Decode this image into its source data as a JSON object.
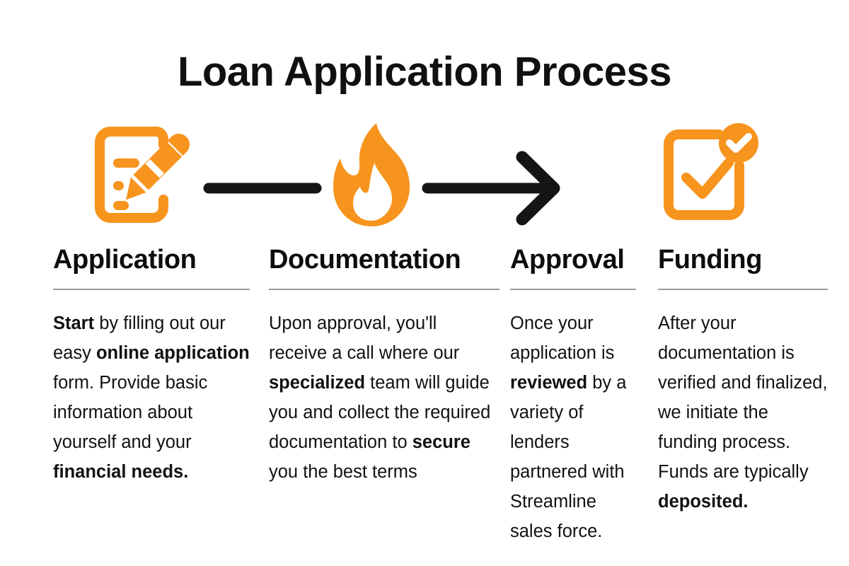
{
  "page": {
    "title": "Loan Application Process",
    "background_color": "#ffffff",
    "accent_color": "#F7941D",
    "text_color": "#111111",
    "divider_color": "#9b9b9b"
  },
  "icons": [
    {
      "name": "form-with-pencil-icon",
      "column": "Application",
      "color": "#F7941D"
    },
    {
      "name": "flame-icon",
      "column": "Documentation",
      "color": "#F7941D"
    },
    {
      "name": "checkbox-approved-icon",
      "column": "Funding",
      "color": "#F7941D"
    }
  ],
  "connectors": [
    {
      "name": "plain-line-connector",
      "style": "line",
      "color": "#151515"
    },
    {
      "name": "arrow-connector",
      "style": "arrow",
      "color": "#151515"
    }
  ],
  "columns": [
    {
      "heading": "Application",
      "body_segments": [
        {
          "text": "Start",
          "bold": true
        },
        {
          "text": " by filling out our easy ",
          "bold": false
        },
        {
          "text": "online application",
          "bold": true
        },
        {
          "text": " form. Provide basic information about yourself and your ",
          "bold": false
        },
        {
          "text": "financial needs.",
          "bold": true
        }
      ],
      "body_plain": "Start by filling out our easy online application form. Provide basic information about yourself and your financial needs."
    },
    {
      "heading": "Documentation",
      "body_segments": [
        {
          "text": "Upon approval, you'll receive a call where our ",
          "bold": false
        },
        {
          "text": "specialized",
          "bold": true
        },
        {
          "text": " team will guide you and collect the required documentation to ",
          "bold": false
        },
        {
          "text": "secure",
          "bold": true
        },
        {
          "text": " you the best terms",
          "bold": false
        }
      ],
      "body_plain": "Upon approval, you'll receive a call where our specialized team will guide you and collect the required documentation to secure you the best terms"
    },
    {
      "heading": "Approval",
      "body_segments": [
        {
          "text": "Once your application is ",
          "bold": false
        },
        {
          "text": "reviewed",
          "bold": true
        },
        {
          "text": " by a variety of lenders partnered with Streamline sales force.",
          "bold": false
        }
      ],
      "body_plain": "Once your application is reviewed by a variety of lenders partnered with Streamline sales force."
    },
    {
      "heading": "Funding",
      "body_segments": [
        {
          "text": "After your documentation is verified and finalized, we initiate the funding process. Funds are typically ",
          "bold": false
        },
        {
          "text": "deposited.",
          "bold": true
        }
      ],
      "body_plain": "After your documentation is verified and finalized, we initiate the funding process. Funds are typically deposited."
    }
  ]
}
